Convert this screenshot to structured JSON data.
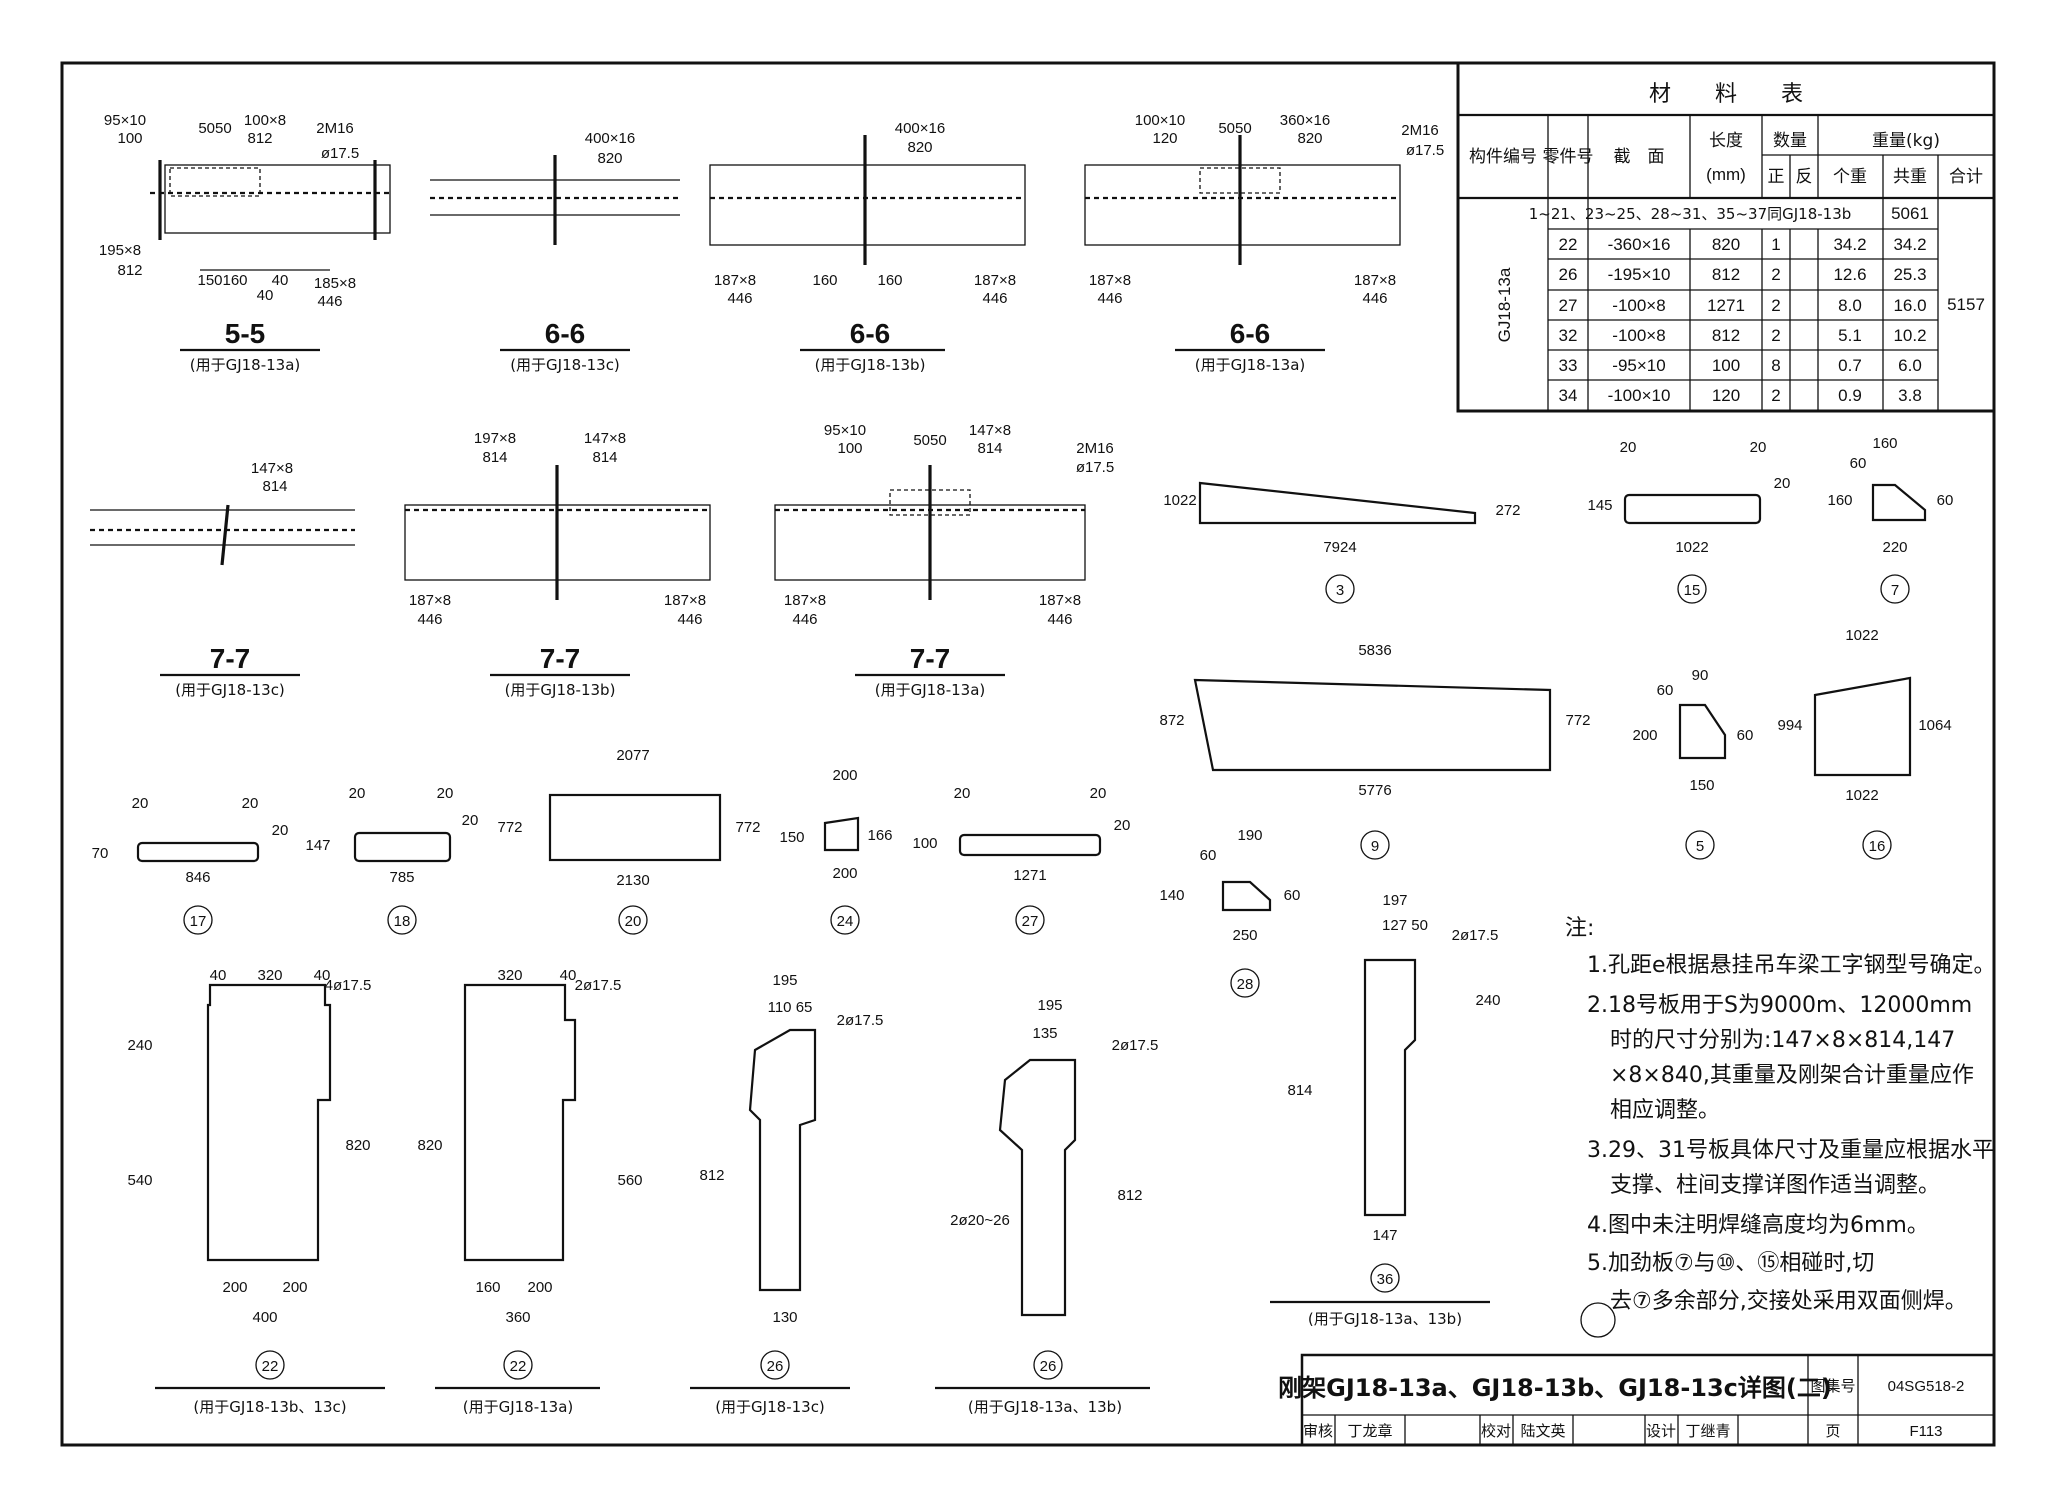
{
  "material_table": {
    "title": "材　　料　　表",
    "headers": {
      "member_no": "构件编号",
      "part_no": "零件号",
      "section": "截　面",
      "length": "长度",
      "length_unit": "(mm)",
      "quantity": "数量",
      "qty_pos": "正",
      "qty_neg": "反",
      "weight": "重量(kg)",
      "w_unit": "个重",
      "w_total": "共重",
      "w_sum": "合计"
    },
    "member": "GJ18-13a",
    "ref_row": {
      "text": "1~21、23~25、28~31、35~37同GJ18-13b",
      "weight": "5061"
    },
    "rows": [
      {
        "no": "22",
        "section": "-360×16",
        "length": "820",
        "pos": "1",
        "neg": "",
        "unit": "34.2",
        "total": "34.2"
      },
      {
        "no": "26",
        "section": "-195×10",
        "length": "812",
        "pos": "2",
        "neg": "",
        "unit": "12.6",
        "total": "25.3"
      },
      {
        "no": "27",
        "section": "-100×8",
        "length": "1271",
        "pos": "2",
        "neg": "",
        "unit": "8.0",
        "total": "16.0"
      },
      {
        "no": "32",
        "section": "-100×8",
        "length": "812",
        "pos": "2",
        "neg": "",
        "unit": "5.1",
        "total": "10.2"
      },
      {
        "no": "33",
        "section": "-95×10",
        "length": "100",
        "pos": "8",
        "neg": "",
        "unit": "0.7",
        "total": "6.0"
      },
      {
        "no": "34",
        "section": "-100×10",
        "length": "120",
        "pos": "2",
        "neg": "",
        "unit": "0.9",
        "total": "3.8"
      }
    ],
    "grand_total": "5157"
  },
  "sections": [
    {
      "title": "5-5",
      "caption": "(用于GJ18-13a)"
    },
    {
      "title": "6-6",
      "caption": "(用于GJ18-13c)"
    },
    {
      "title": "6-6",
      "caption": "(用于GJ18-13b)"
    },
    {
      "title": "6-6",
      "caption": "(用于GJ18-13a)"
    },
    {
      "title": "7-7",
      "caption": "(用于GJ18-13c)"
    },
    {
      "title": "7-7",
      "caption": "(用于GJ18-13b)"
    },
    {
      "title": "7-7",
      "caption": "(用于GJ18-13a)"
    }
  ],
  "plates": [
    {
      "id": "3",
      "dims": [
        "1022",
        "7924",
        "272"
      ]
    },
    {
      "id": "15",
      "dims": [
        "20",
        "20",
        "145",
        "1022",
        "20"
      ]
    },
    {
      "id": "7",
      "dims": [
        "160",
        "60",
        "160",
        "60",
        "220"
      ]
    },
    {
      "id": "9",
      "dims": [
        "5836",
        "872",
        "772",
        "5776"
      ]
    },
    {
      "id": "5",
      "dims": [
        "90",
        "60",
        "200",
        "60",
        "150"
      ]
    },
    {
      "id": "16",
      "dims": [
        "1022",
        "994",
        "1064",
        "1022"
      ]
    },
    {
      "id": "17",
      "dims": [
        "20",
        "20",
        "70",
        "846",
        "20"
      ]
    },
    {
      "id": "18",
      "dims": [
        "20",
        "20",
        "147",
        "785",
        "20"
      ]
    },
    {
      "id": "20",
      "dims": [
        "2077",
        "772",
        "772",
        "2130"
      ]
    },
    {
      "id": "24",
      "dims": [
        "200",
        "150",
        "166",
        "200"
      ]
    },
    {
      "id": "27",
      "dims": [
        "20",
        "20",
        "100",
        "1271",
        "20"
      ]
    },
    {
      "id": "28",
      "dims": [
        "190",
        "60",
        "140",
        "60",
        "250"
      ]
    }
  ],
  "plate_details": [
    {
      "id": "22",
      "caption": "(用于GJ18-13b、13c)"
    },
    {
      "id": "22",
      "caption": "(用于GJ18-13a)"
    },
    {
      "id": "26",
      "caption": "(用于GJ18-13c)"
    },
    {
      "id": "26",
      "caption": "(用于GJ18-13a、13b)"
    },
    {
      "id": "36",
      "caption": "(用于GJ18-13a、13b)"
    }
  ],
  "notes": {
    "heading": "注:",
    "items": [
      "1.孔距e根据悬挂吊车梁工字钢型号确定。",
      "2.18号板用于S为9000m、12000mm",
      "时的尺寸分别为:147×8×814,147",
      "×8×840,其重量及刚架合计重量应作",
      "相应调整。",
      "3.29、31号板具体尺寸及重量应根据水平",
      "支撑、柱间支撑详图作适当调整。",
      "4.图中未注明焊缝高度均为6mm。",
      "5.加劲板⑦与⑩、⑮相碰时,切",
      "去⑦多余部分,交接处采用双面侧焊。"
    ]
  },
  "title_block": {
    "title": "刚架GJ18-13a、GJ18-13b、GJ18-13c详图(二)",
    "atlas_label": "图集号",
    "atlas_no": "04SG518-2",
    "review_label": "审核",
    "reviewer": "丁龙章",
    "check_label": "校对",
    "checker": "陆文英",
    "design_label": "设计",
    "designer": "丁继青",
    "page_label": "页",
    "page_no": "F113"
  }
}
